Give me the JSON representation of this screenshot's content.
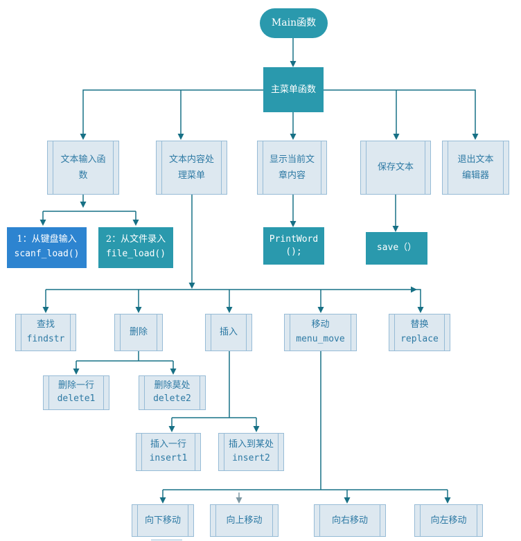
{
  "colors": {
    "teal": "#2a99ad",
    "azure": "#2d84d0",
    "light_fill": "#dde8f0",
    "light_border": "#96bbd6",
    "light_text": "#2e7aa4",
    "connector": "#177085",
    "connector_gray": "#7d98a3"
  },
  "nodes": {
    "main": {
      "label": "Main函数"
    },
    "main_menu": {
      "label": "主菜单函数"
    },
    "text_input": {
      "label": "文本输入函数"
    },
    "content_menu": {
      "label": "文本内容处理菜单"
    },
    "display_current": {
      "label": "显示当前文章内容"
    },
    "save_text": {
      "label": "保存文本"
    },
    "exit_editor": {
      "label": "退出文本编辑器"
    },
    "keyboard_input": {
      "label": "1：从键盘输入",
      "code": "scanf_load()"
    },
    "file_input": {
      "label": "2：从文件录入",
      "code": "file_load()"
    },
    "print_word": {
      "code": "PrintWord();"
    },
    "save_fn": {
      "code": "save（）"
    },
    "find": {
      "label": "查找",
      "code": "findstr"
    },
    "delete": {
      "label": "删除"
    },
    "insert": {
      "label": "插入"
    },
    "move": {
      "label": "移动",
      "code": "menu_move"
    },
    "replace": {
      "label": "替换",
      "code": "replace"
    },
    "delete_line": {
      "label": "删除一行",
      "code": "delete1"
    },
    "delete_somewhere": {
      "label": "删除莫处",
      "code": "delete2"
    },
    "insert_line": {
      "label": "插入一行",
      "code": "insert1"
    },
    "insert_somewhere": {
      "label": "插入到某处",
      "code": "insert2"
    },
    "move_down": {
      "label": "向下移动"
    },
    "move_up": {
      "label": "向上移动"
    },
    "move_right": {
      "label": "向右移动"
    },
    "move_left": {
      "label": "向左移动"
    }
  }
}
